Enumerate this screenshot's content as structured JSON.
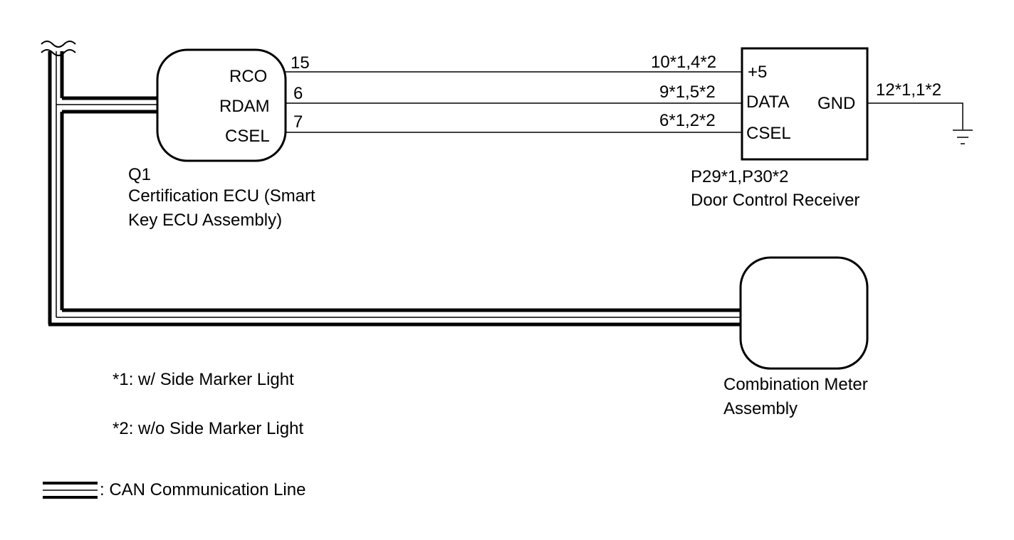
{
  "ecu": {
    "code": "Q1",
    "name_line1": "Certification ECU (Smart",
    "name_line2": "Key ECU Assembly)",
    "pins": [
      {
        "name": "RCO",
        "number": "15"
      },
      {
        "name": "RDAM",
        "number": "6"
      },
      {
        "name": "CSEL",
        "number": "7"
      }
    ]
  },
  "receiver": {
    "code": "P29*1,P30*2",
    "name": "Door Control Receiver",
    "pins": [
      {
        "name": "+5",
        "number": "10*1,4*2"
      },
      {
        "name": "DATA",
        "number": "9*1,5*2"
      },
      {
        "name": "CSEL",
        "number": "6*1,2*2"
      }
    ],
    "gnd_name": "GND",
    "gnd_number": "12*1,1*2"
  },
  "meter": {
    "name_line1": "Combination Meter",
    "name_line2": "Assembly"
  },
  "notes": {
    "note1": "*1: w/ Side Marker Light",
    "note2": "*2: w/o Side Marker Light"
  },
  "legend": {
    "can_label": ": CAN Communication Line"
  },
  "colors": {
    "line": "#000000",
    "background": "#ffffff"
  }
}
